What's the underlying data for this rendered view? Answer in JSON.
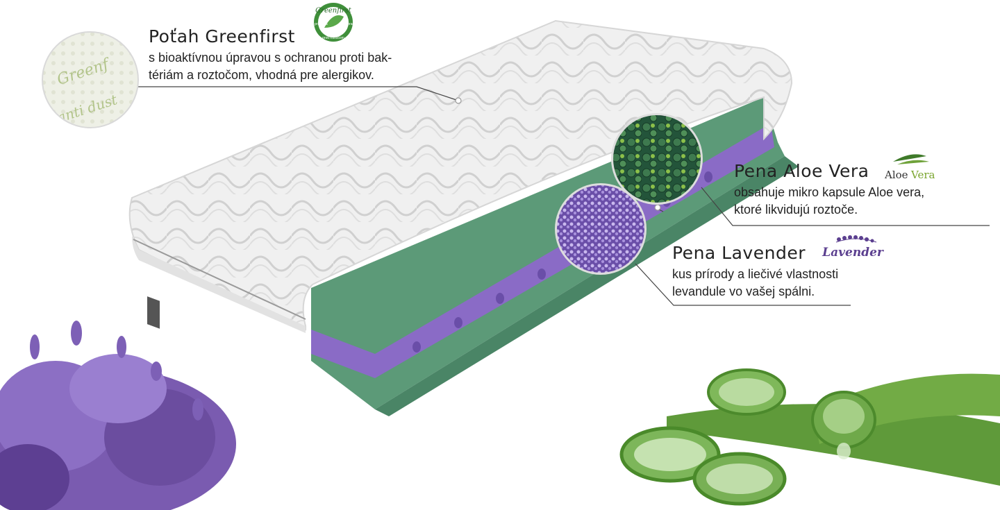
{
  "callouts": {
    "cover": {
      "title": "Poťah Greenfirst",
      "desc_line1": "s bioaktívnou úpravou s ochranou proti bak-",
      "desc_line2": "tériám a roztočom, vhodná pre alergikov."
    },
    "aloe": {
      "title": "Pena Aloe Vera",
      "desc_line1": "obsahuje mikro kapsule Aloe vera,",
      "desc_line2": "ktoré likvidujú roztoče."
    },
    "lavender": {
      "title": "Pena Lavender",
      "desc_line1": "kus prírody a liečivé vlastnosti",
      "desc_line2": "levandule vo vašej spálni."
    }
  },
  "logos": {
    "greenfirst": {
      "name": "Greenfirst",
      "left_text": "prírodná",
      "right_text": "ochrana",
      "bottom_text": "proti roztočom"
    },
    "aloe_a": "Aloe",
    "aloe_b": "Vera",
    "lavender": "Lavender"
  },
  "fabric_texture": {
    "line1": "Greenf",
    "line2": "anti dust"
  },
  "colors": {
    "foam_green": "#5c9a78",
    "foam_green_dark": "#4a8566",
    "foam_purple": "#8a6bc6",
    "cover_white": "#f1f1f1",
    "aloe_green": "#6f9a2a",
    "lavender_purple": "#5b3f8f"
  }
}
